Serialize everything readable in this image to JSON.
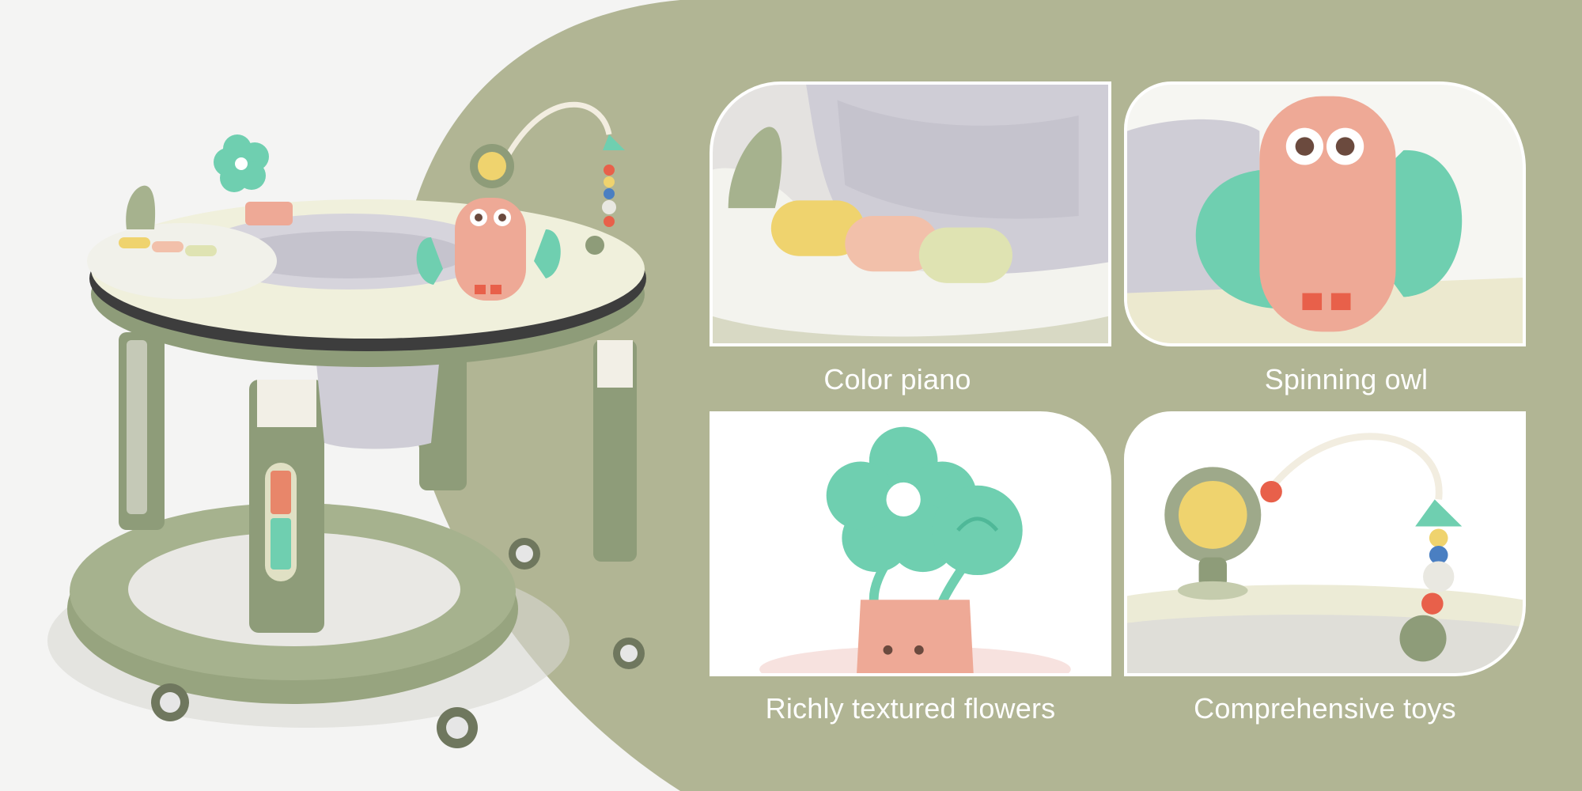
{
  "colors": {
    "page_background": "#f4f4f3",
    "accent_green_panel": "#b1b594",
    "caption_text": "#ffffff",
    "product_frame_green": "#8e9c79",
    "tray_cream": "#f0f0dc",
    "toy_mint": "#6fcfb0",
    "toy_pink": "#eea996",
    "key_yellow": "#efd36e",
    "key_pink": "#f2c0aa",
    "key_lime": "#dfe3b2"
  },
  "product": {
    "name_icon": "baby-walker-illustration"
  },
  "features": [
    {
      "caption": "Color piano",
      "image_icon": "color-piano-closeup"
    },
    {
      "caption": "Spinning owl",
      "image_icon": "spinning-owl-closeup"
    },
    {
      "caption": "Richly textured flowers",
      "image_icon": "textured-flower-teether-closeup"
    },
    {
      "caption": "Comprehensive toys",
      "image_icon": "bead-toy-closeup"
    }
  ]
}
